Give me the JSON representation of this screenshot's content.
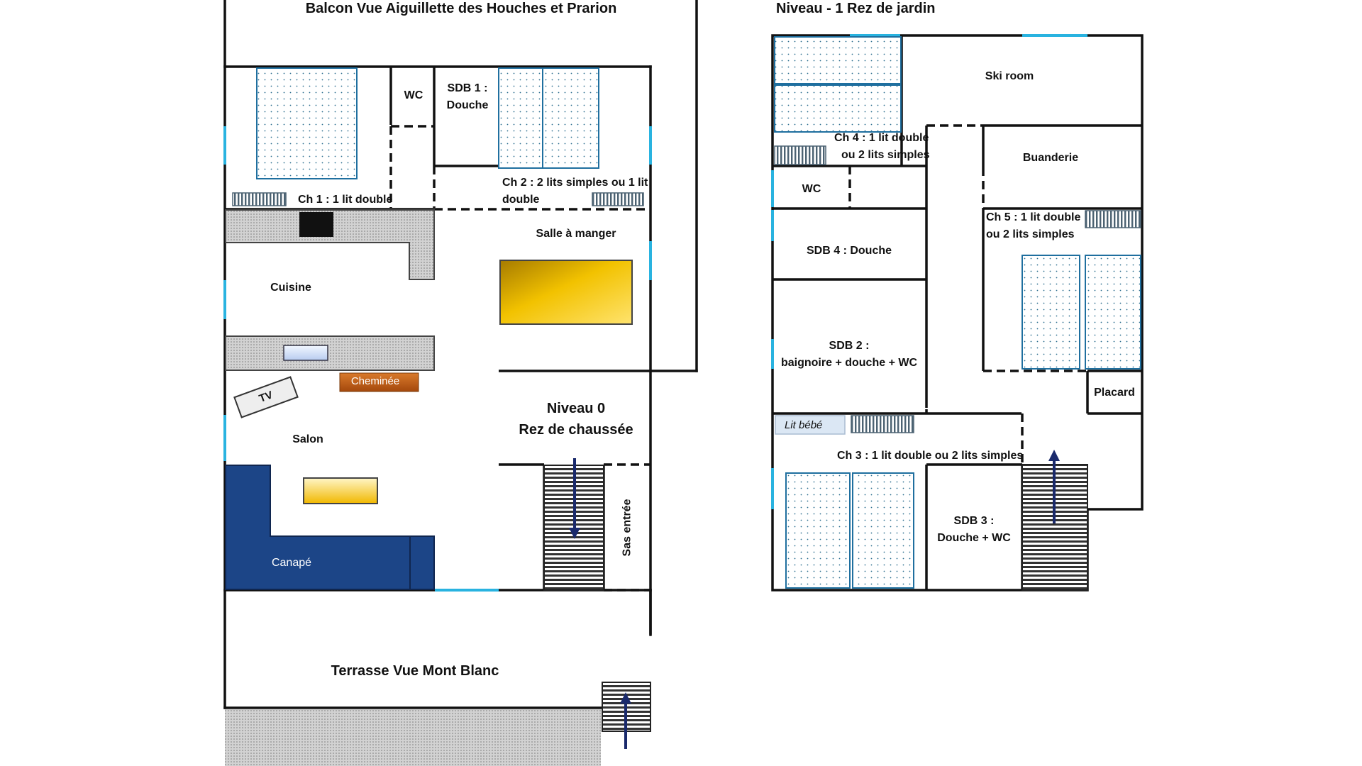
{
  "diagram": {
    "level0": {
      "balcony": "Balcon Vue Aiguillette des Houches et Prarion",
      "terrace": "Terrasse Vue Mont Blanc",
      "level_title": "Niveau 0",
      "level_subtitle": "Rez de chaussée",
      "rooms": {
        "wc": "WC",
        "sdb1_line1": "SDB 1 :",
        "sdb1_line2": "Douche",
        "ch1": "Ch 1 : 1 lit double",
        "ch2_line1": "Ch 2 : 2 lits simples ou 1 lit",
        "ch2_line2": "double",
        "dining": "Salle à manger",
        "kitchen": "Cuisine",
        "fireplace": "Cheminée",
        "tv": "TV",
        "living": "Salon",
        "sofa": "Canapé",
        "entry": "Sas entrée"
      }
    },
    "level_minus1": {
      "title": "Niveau - 1 Rez de jardin",
      "rooms": {
        "ski_room": "Ski room",
        "laundry": "Buanderie",
        "ch4_line1": "Ch 4 : 1 lit double",
        "ch4_line2": "ou 2 lits simples",
        "wc": "WC",
        "ch5_line1": "Ch 5 : 1 lit double",
        "ch5_line2": "ou 2 lits simples",
        "sdb4": "SDB 4 : Douche",
        "sdb2_line1": "SDB 2 :",
        "sdb2_line2": "baignoire + douche + WC",
        "cupboard": "Placard",
        "crib": "Lit bébé",
        "ch3": "Ch 3 : 1 lit double ou 2 lits simples",
        "sdb3_line1": "SDB 3 :",
        "sdb3_line2": "Douche + WC"
      }
    },
    "colors": {
      "wall": "#111111",
      "window": "#29b3e0",
      "bed_border": "#1f6f9f",
      "table_yellow": "#f2c200",
      "sofa_blue": "#1c4587",
      "fireplace": "#c2651b",
      "counter_gray": "#9a9a9a",
      "stairs": "#333333",
      "arrow": "#1a2a6c"
    }
  }
}
